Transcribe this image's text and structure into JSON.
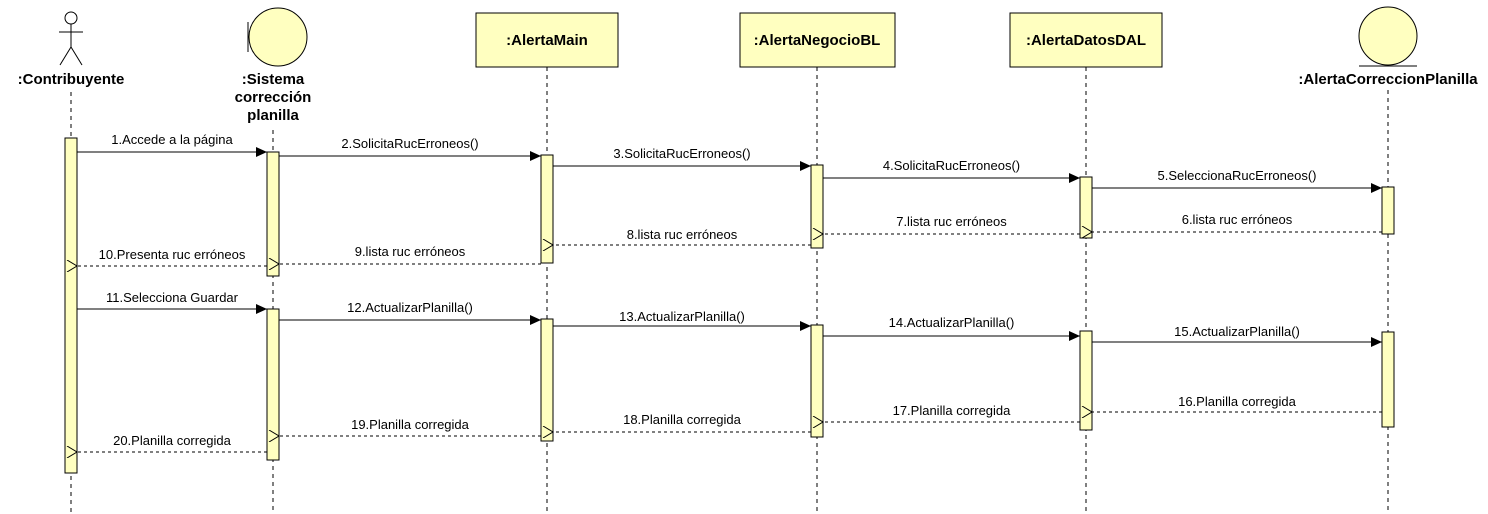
{
  "diagram": {
    "type": "uml-sequence",
    "colors": {
      "fill": "#FFFFC0",
      "stroke": "#000000",
      "lifeline": "#000000"
    },
    "participants": [
      {
        "id": "p1",
        "kind": "actor",
        "icon": "actor-icon",
        "name_lines": [
          ":Contribuyente"
        ]
      },
      {
        "id": "p2",
        "kind": "boundary",
        "icon": "boundary-icon",
        "name_lines": [
          ":Sistema",
          "corrección",
          "planilla"
        ]
      },
      {
        "id": "p3",
        "kind": "object",
        "name_lines": [
          ":AlertaMain"
        ]
      },
      {
        "id": "p4",
        "kind": "object",
        "name_lines": [
          ":AlertaNegocioBL"
        ]
      },
      {
        "id": "p5",
        "kind": "object",
        "name_lines": [
          ":AlertaDatosDAL"
        ]
      },
      {
        "id": "p6",
        "kind": "entity",
        "icon": "entity-icon",
        "name_lines": [
          ":AlertaCorreccionPlanilla"
        ]
      }
    ],
    "messages": [
      {
        "label": "1.Accede a la página",
        "from": "p1",
        "to": "p2",
        "kind": "sync"
      },
      {
        "label": "2.SolicitaRucErroneos()",
        "from": "p2",
        "to": "p3",
        "kind": "sync"
      },
      {
        "label": "3.SolicitaRucErroneos()",
        "from": "p3",
        "to": "p4",
        "kind": "sync"
      },
      {
        "label": "4.SolicitaRucErroneos()",
        "from": "p4",
        "to": "p5",
        "kind": "sync"
      },
      {
        "label": "5.SeleccionaRucErroneos()",
        "from": "p5",
        "to": "p6",
        "kind": "sync"
      },
      {
        "label": "6.lista ruc erróneos",
        "from": "p6",
        "to": "p5",
        "kind": "reply"
      },
      {
        "label": "7.lista ruc erróneos",
        "from": "p5",
        "to": "p4",
        "kind": "reply"
      },
      {
        "label": "8.lista ruc erróneos",
        "from": "p4",
        "to": "p3",
        "kind": "reply"
      },
      {
        "label": "9.lista ruc erróneos",
        "from": "p3",
        "to": "p2",
        "kind": "reply"
      },
      {
        "label": "10.Presenta ruc erróneos",
        "from": "p2",
        "to": "p1",
        "kind": "reply"
      },
      {
        "label": "11.Selecciona Guardar",
        "from": "p1",
        "to": "p2",
        "kind": "sync"
      },
      {
        "label": "12.ActualizarPlanilla()",
        "from": "p2",
        "to": "p3",
        "kind": "sync"
      },
      {
        "label": "13.ActualizarPlanilla()",
        "from": "p3",
        "to": "p4",
        "kind": "sync"
      },
      {
        "label": "14.ActualizarPlanilla()",
        "from": "p4",
        "to": "p5",
        "kind": "sync"
      },
      {
        "label": "15.ActualizarPlanilla()",
        "from": "p5",
        "to": "p6",
        "kind": "sync"
      },
      {
        "label": "16.Planilla corregida",
        "from": "p6",
        "to": "p5",
        "kind": "reply"
      },
      {
        "label": "17.Planilla corregida",
        "from": "p5",
        "to": "p4",
        "kind": "reply"
      },
      {
        "label": "18.Planilla corregida",
        "from": "p4",
        "to": "p3",
        "kind": "reply"
      },
      {
        "label": "19.Planilla corregida",
        "from": "p3",
        "to": "p2",
        "kind": "reply"
      },
      {
        "label": "20.Planilla corregida",
        "from": "p2",
        "to": "p1",
        "kind": "reply"
      }
    ]
  }
}
